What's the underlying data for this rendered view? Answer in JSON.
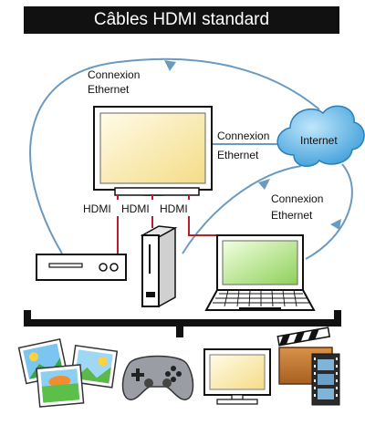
{
  "title": "Câbles HDMI standard",
  "labels": {
    "connexion_top": [
      "Connexion",
      "Ethernet"
    ],
    "connexion_tv": [
      "Connexion",
      "Ethernet"
    ],
    "connexion_laptop": [
      "Connexion",
      "Ethernet"
    ],
    "internet": "Internet",
    "hdmi_1": "HDMI",
    "hdmi_2": "HDMI",
    "hdmi_3": "HDMI"
  },
  "colors": {
    "ethernet_line": "#6a9ac0",
    "hdmi_line": "#b3202a",
    "cloud": "#3ea4dc",
    "bar": "#111111"
  },
  "icons": [
    "photos-icon",
    "gamepad-icon",
    "monitor-icon",
    "film-clapper-icon"
  ]
}
